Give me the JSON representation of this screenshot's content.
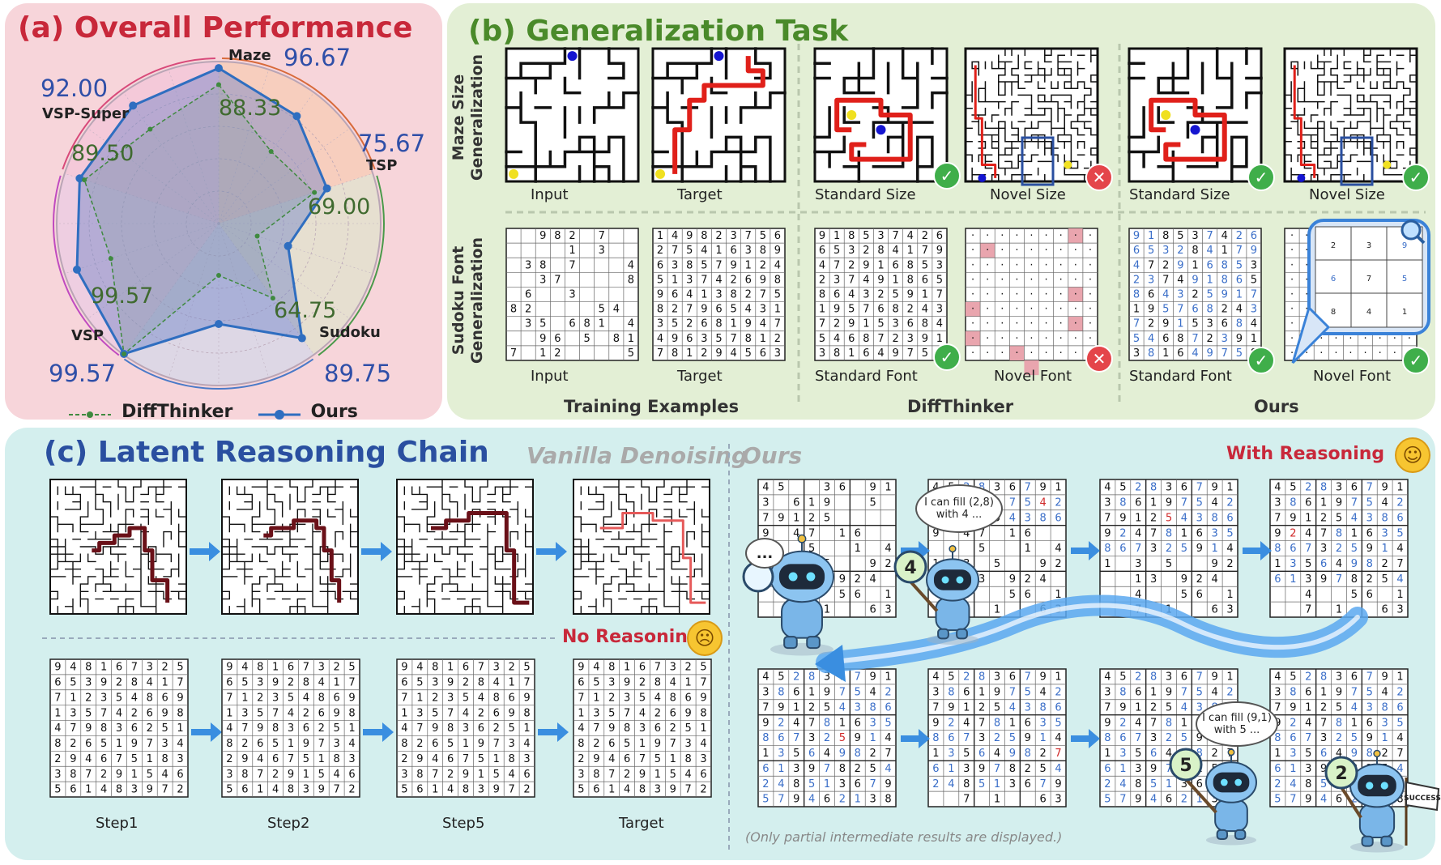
{
  "panel_a": {
    "title": "(a) Overall Performance",
    "axes": [
      "Maze",
      "TSP",
      "Sudoku",
      "VSP",
      "VSP-Super"
    ],
    "series": [
      {
        "name": "DiffThinker",
        "values": [
          88.33,
          69.0,
          64.75,
          99.57,
          89.5
        ],
        "color": "#3f8a3f"
      },
      {
        "name": "Ours",
        "values": [
          96.67,
          75.67,
          89.75,
          99.57,
          92.0
        ],
        "color": "#2f6ec0"
      }
    ],
    "ours_labels": [
      "96.67",
      "75.67",
      "89.75",
      "99.57",
      "92.00"
    ],
    "diff_labels": [
      "88.33",
      "69.00",
      "64.75",
      "99.57",
      "89.50"
    ],
    "legend": [
      "DiffThinker",
      "Ours"
    ]
  },
  "panel_b": {
    "title": "(b) Generalization Task",
    "row_labels": [
      "Maze Size Generalization",
      "Sudoku Font Generalization"
    ],
    "maze_captions": [
      "Input",
      "Target",
      "Standard Size",
      "Novel Size",
      "Standard Size",
      "Novel Size"
    ],
    "sudoku_captions": [
      "Input",
      "Target",
      "Standard Font",
      "Novel Font",
      "Standard Font",
      "Novel Font"
    ],
    "groups": [
      "Training Examples",
      "DiffThinker",
      "Ours"
    ],
    "maze_marks": [
      "",
      "",
      "✓",
      "✕",
      "✓",
      "✓"
    ],
    "sudoku_marks": [
      "",
      "",
      "✓",
      "✕",
      "✓",
      "✓"
    ],
    "sudoku_input": [
      "  982 7  ",
      "    1 3  ",
      " 38 7   4",
      "  37    8",
      " 6  3    ",
      "82    54 ",
      " 35 681 4",
      "  96 5 81",
      "7 12    56"
    ],
    "sudoku_target": [
      "149823756",
      "275416389",
      "638579124",
      "513742698",
      "964138275",
      "827965431",
      "352681947",
      "496357812",
      "781294563"
    ],
    "sudoku_diff_std": [
      "918537426",
      "653284179",
      "472916853",
      "237491865",
      "864325917",
      "195768243",
      "729153684",
      "546872391",
      "381649758"
    ],
    "sudoku_ours_std": [
      "918537426",
      "653284179",
      "472916853",
      "237491865",
      "864325917",
      "195768243",
      "729153684",
      "546872391",
      "381649758"
    ],
    "zoom_digits": [
      "2",
      "3",
      "9",
      "6",
      "7",
      "5",
      "8",
      "4",
      "1"
    ]
  },
  "panel_c": {
    "title": "(c) Latent Reasoning Chain",
    "vanilla_label": "Vanilla Denoising",
    "ours_label": "Ours",
    "no_reasoning": "No Reasoning",
    "with_reasoning": "With Reasoning",
    "step_captions": [
      "Step1",
      "Step2",
      "Step5",
      "Target"
    ],
    "sudoku_grid": [
      "948167325",
      "653928417",
      "712354869",
      "135742698",
      "479836251",
      "826519734",
      "294675183",
      "387291546",
      "561483972"
    ],
    "ours_grid_1": [
      "45  36 91",
      "3 619  5 ",
      "79125    6",
      "9 47 16  ",
      "   5  1 4",
      "1 3 5  92",
      "  13 924 ",
      "  4  56 1",
      "  7 1  63"
    ],
    "ours_grid_full": [
      "452836791",
      "386197542",
      "791254386",
      "924781635",
      "867325914",
      "135649827",
      "613978254",
      "248513679",
      "579462138"
    ],
    "bubble1": "I can fill (2,8) with 4 ...",
    "bubble2": "I can fill (9,1) with 5 ...",
    "bubble_dots": "...",
    "robot_numbers": [
      "4",
      "5",
      "2"
    ],
    "success": "SUCCESS",
    "footnote": "(Only partial intermediate results are displayed.)"
  }
}
